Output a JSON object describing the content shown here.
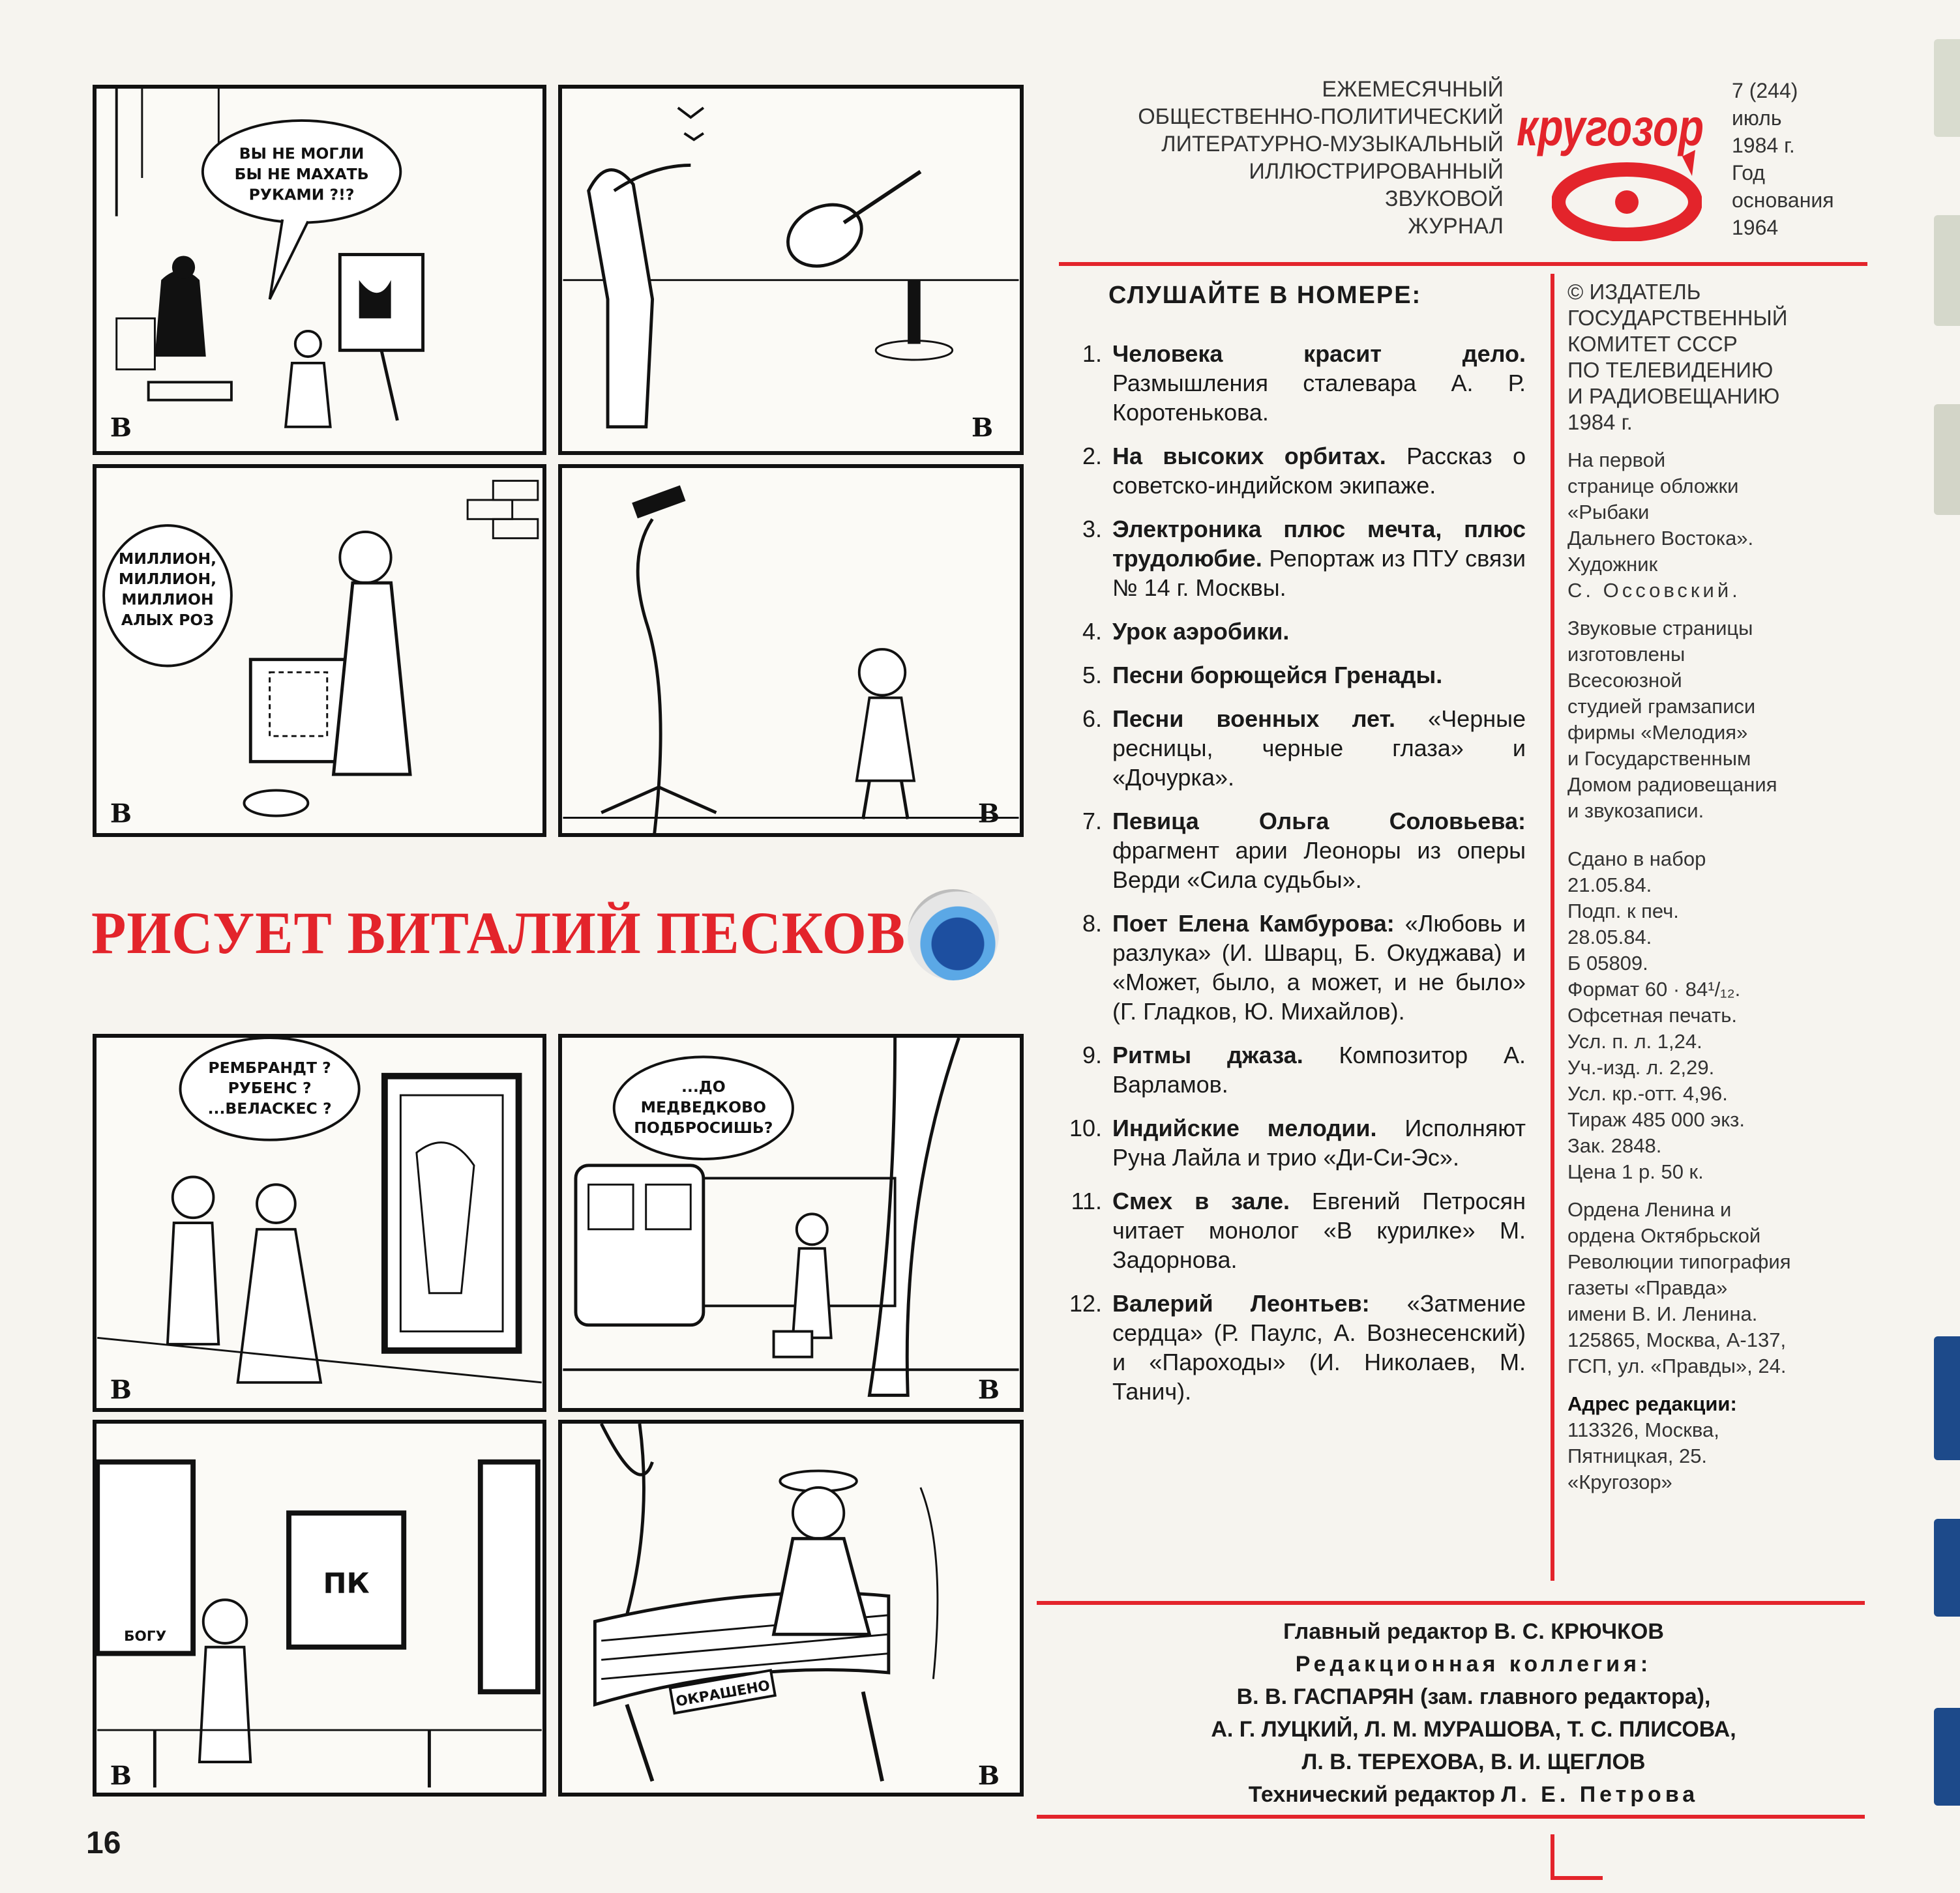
{
  "page_number": "16",
  "cartoon_title": "РИСУЕТ ВИТАЛИЙ ПЕСКОВ",
  "artist_signature": "В",
  "speech_bubbles": {
    "panel1": [
      "ВЫ НЕ МОГЛИ",
      "БЫ НЕ МАХАТЬ",
      "РУКАМИ ?!?"
    ],
    "panel3": [
      "МИЛЛИОН,",
      "МИЛЛИОН,",
      "МИЛЛИОН",
      "АЛЫХ РОЗ"
    ],
    "panel5": [
      "РЕМБРАНДТ ?",
      "РУБЕНС ?",
      "...ВЕЛАСКЕС ?"
    ],
    "panel6": [
      "...ДО",
      "МЕДВЕДКОВО",
      "ПОДБРОСИШЬ?"
    ],
    "panel7_frame": "ПК",
    "panel7_label": "БОГУ",
    "panel8_sign": "ОКРАШЕНО"
  },
  "masthead": {
    "lines": [
      "ЕЖЕМЕСЯЧНЫЙ",
      "ОБЩЕСТВЕННО-ПОЛИТИЧЕСКИЙ",
      "ЛИТЕРАТУРНО-МУЗЫКАЛЬНЫЙ",
      "ИЛЛЮСТРИРОВАННЫЙ",
      "ЗВУКОВОЙ",
      "ЖУРНАЛ"
    ],
    "logo": "кругозор",
    "issue": [
      "7 (244)",
      "июль",
      "1984 г.",
      "Год",
      "основания",
      "1964"
    ]
  },
  "contents": {
    "heading": "СЛУШАЙТЕ В НОМЕРЕ:",
    "items": [
      {
        "num": "1.",
        "title": "Человека красит дело.",
        "text": " Размышления сталевара А. Р. Коротенькова."
      },
      {
        "num": "2.",
        "title": "На высоких орбитах.",
        "text": " Рассказ о советско-индийском экипаже."
      },
      {
        "num": "3.",
        "title": "Электроника плюс мечта, плюс трудолюбие.",
        "text": " Репортаж из ПТУ связи № 14 г. Москвы."
      },
      {
        "num": "4.",
        "title": "Урок аэробики.",
        "text": ""
      },
      {
        "num": "5.",
        "title": "Песни борющейся Гренады.",
        "text": ""
      },
      {
        "num": "6.",
        "title": "Песни военных лет.",
        "text": " «Черные ресницы, черные глаза» и «Дочурка»."
      },
      {
        "num": "7.",
        "title": "Певица Ольга Соловьева:",
        "text": " фрагмент арии Леоноры из оперы Верди «Сила судьбы»."
      },
      {
        "num": "8.",
        "title": "Поет Елена Камбурова:",
        "text": " «Любовь и разлука» (И. Шварц, Б. Окуджава) и «Может, было, а может, и не было» (Г. Гладков, Ю. Михайлов)."
      },
      {
        "num": "9.",
        "title": "Ритмы джаза.",
        "text": " Композитор А. Варламов."
      },
      {
        "num": "10.",
        "title": "Индийские мелодии.",
        "text": " Исполняют Руна Лайла и трио «Ди-Си-Эс»."
      },
      {
        "num": "11.",
        "title": "Смех в зале.",
        "text": " Евгений Петросян читает монолог «В курилке» М. Задорнова."
      },
      {
        "num": "12.",
        "title": "Валерий Леонтьев:",
        "text": " «Затмение сердца» (Р. Паулс, А. Вознесенский) и «Пароходы» (И. Николаев, М. Танич)."
      }
    ]
  },
  "publisher": {
    "copyright": [
      "© ИЗДАТЕЛЬ",
      "ГОСУДАРСТВЕННЫЙ",
      "КОМИТЕТ СССР",
      "ПО ТЕЛЕВИДЕНИЮ",
      "И РАДИОВЕЩАНИЮ",
      "1984 г."
    ],
    "cover": [
      "На первой",
      "странице обложки",
      "«Рыбаки",
      "Дальнего Востока».",
      "Художник"
    ],
    "cover_artist": "С. Оссовский.",
    "sound_pages": [
      "Звуковые страницы",
      "изготовлены",
      "Всесоюзной",
      "студией грамзаписи",
      "фирмы «Мелодия»",
      "и Государственным",
      "Домом радиовещания",
      "и звукозаписи."
    ],
    "print_info": [
      "Сдано в набор",
      "21.05.84.",
      "Подп. к печ.",
      "28.05.84.",
      "Б 05809.",
      "Формат 60 · 84¹/₁₂.",
      "Офсетная печать.",
      "Усл. п. л. 1,24.",
      "Уч.-изд. л. 2,29.",
      "Усл. кр.-отт. 4,96.",
      "Тираж 485 000 экз.",
      "Зак. 2848.",
      "Цена 1 р. 50 к."
    ],
    "printer": [
      "Ордена Ленина и",
      "ордена Октябрьской",
      "Революции типография",
      "газеты «Правда»",
      "имени В. И. Ленина.",
      "125865, Москва, А-137,",
      "ГСП, ул. «Правды», 24."
    ],
    "address_label": "Адрес редакции:",
    "address": [
      "113326, Москва,",
      "Пятницкая, 25.",
      "«Кругозор»"
    ]
  },
  "editorial": {
    "chief": "Главный редактор В. С. КРЮЧКОВ",
    "board_heading": "Редакционная коллегия:",
    "board_line1": "В. В. ГАСПАРЯН (зам. главного редактора),",
    "board_line2": "А. Г. ЛУЦКИЙ, Л. М. МУРАШОВА, Т. С. ПЛИСОВА,",
    "board_line3": "Л. В. ТЕРЕХОВА, В. И. ЩЕГЛОВ",
    "tech_label": "Технический редактор ",
    "tech_name": "Л. Е. Петрова"
  },
  "colors": {
    "accent_red": "#e3242b",
    "ink": "#111111"
  }
}
